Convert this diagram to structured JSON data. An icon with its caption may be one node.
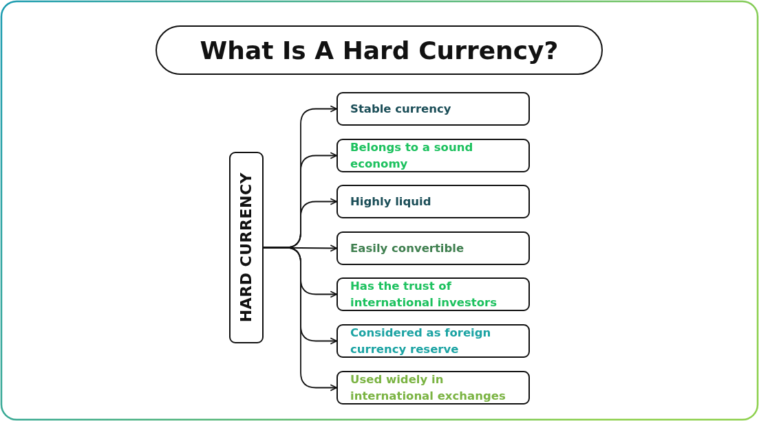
{
  "diagram": {
    "title": "What Is A Hard Currency?",
    "nodes": [
      {
        "text": [
          "HARD CURRENCY"
        ]
      },
      {
        "text": [
          "Stable currency"
        ]
      },
      {
        "text": [
          "Belongs to a sound economy"
        ]
      },
      {
        "text": [
          "Highly liquid"
        ]
      },
      {
        "text": [
          "Easily convertible"
        ]
      },
      {
        "text": [
          "Has the trust of international investors"
        ]
      },
      {
        "text": [
          "Considered as foreign currency reserve"
        ]
      },
      {
        "text": [
          "Used widely in international exchanges"
        ]
      }
    ],
    "edges": [
      {
        "from": 0,
        "to": 1,
        "arrow": "to"
      },
      {
        "from": 0,
        "to": 2,
        "arrow": "to"
      },
      {
        "from": 0,
        "to": 3,
        "arrow": "to"
      },
      {
        "from": 0,
        "to": 4,
        "arrow": "to"
      },
      {
        "from": 0,
        "to": 5,
        "arrow": "to"
      },
      {
        "from": 0,
        "to": 6,
        "arrow": "to"
      },
      {
        "from": 0,
        "to": 7,
        "arrow": "to"
      }
    ]
  }
}
